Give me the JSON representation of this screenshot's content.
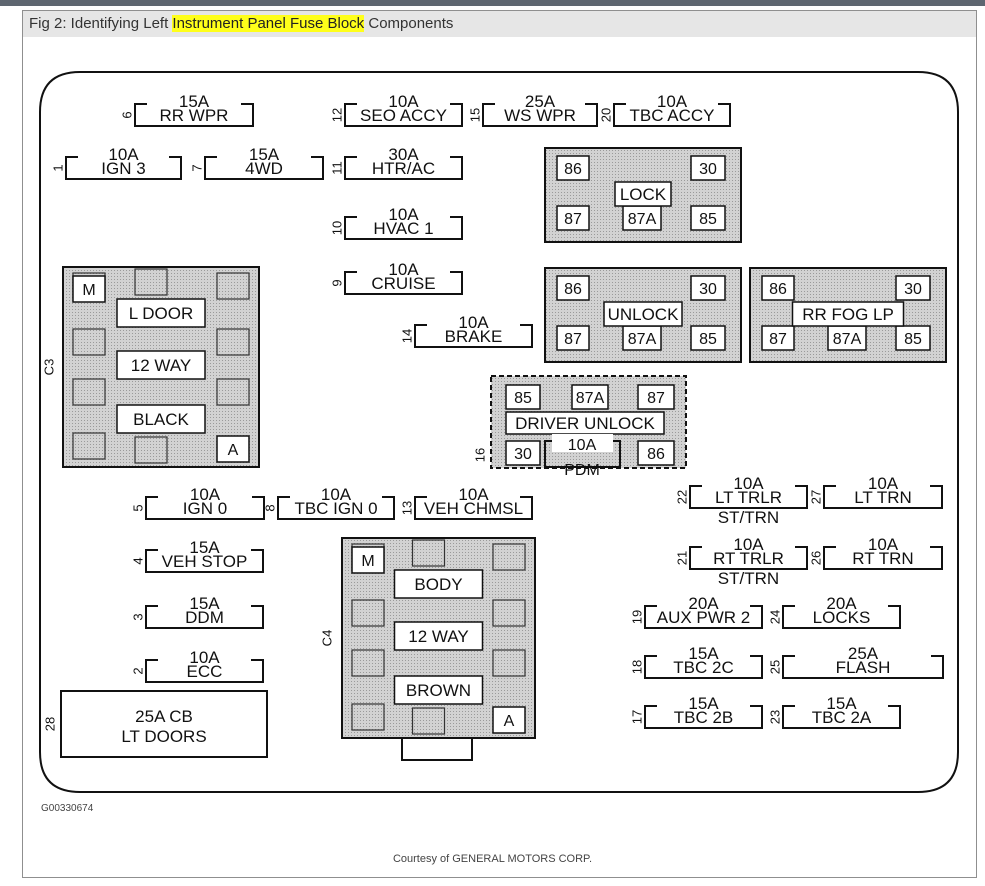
{
  "caption": {
    "prefix": "Fig 2: Identifying Left ",
    "highlight": "Instrument Panel Fuse Block",
    "suffix": " Components"
  },
  "figure_id": "G00330674",
  "credit": "Courtesy of GENERAL MOTORS CORP.",
  "colors": {
    "highlight": "#ffff1a",
    "relay_fill": "#d2d2d2",
    "line": "#111111"
  },
  "fuses": [
    {
      "num": "6",
      "amp": "15A",
      "label": "RR WPR"
    },
    {
      "num": "12",
      "amp": "10A",
      "label": "SEO ACCY"
    },
    {
      "num": "15",
      "amp": "25A",
      "label": "WS WPR"
    },
    {
      "num": "20",
      "amp": "10A",
      "label": "TBC ACCY"
    },
    {
      "num": "1",
      "amp": "10A",
      "label": "IGN 3"
    },
    {
      "num": "7",
      "amp": "15A",
      "label": "4WD"
    },
    {
      "num": "11",
      "amp": "30A",
      "label": "HTR/AC"
    },
    {
      "num": "10",
      "amp": "10A",
      "label": "HVAC 1"
    },
    {
      "num": "9",
      "amp": "10A",
      "label": "CRUISE"
    },
    {
      "num": "14",
      "amp": "10A",
      "label": "BRAKE"
    },
    {
      "num": "5",
      "amp": "10A",
      "label": "IGN 0"
    },
    {
      "num": "8",
      "amp": "10A",
      "label": "TBC IGN 0"
    },
    {
      "num": "13",
      "amp": "10A",
      "label": "VEH CHMSL"
    },
    {
      "num": "4",
      "amp": "15A",
      "label": "VEH STOP"
    },
    {
      "num": "3",
      "amp": "15A",
      "label": "DDM"
    },
    {
      "num": "2",
      "amp": "10A",
      "label": "ECC"
    },
    {
      "num": "22",
      "amp": "10A",
      "label": "LT TRLR",
      "label2": "ST/TRN"
    },
    {
      "num": "27",
      "amp": "10A",
      "label": "LT TRN"
    },
    {
      "num": "21",
      "amp": "10A",
      "label": "RT TRLR",
      "label2": "ST/TRN"
    },
    {
      "num": "26",
      "amp": "10A",
      "label": "RT TRN"
    },
    {
      "num": "19",
      "amp": "20A",
      "label": "AUX PWR 2"
    },
    {
      "num": "24",
      "amp": "20A",
      "label": "LOCKS"
    },
    {
      "num": "18",
      "amp": "15A",
      "label": "TBC 2C"
    },
    {
      "num": "25",
      "amp": "25A",
      "label": "FLASH"
    },
    {
      "num": "17",
      "amp": "15A",
      "label": "TBC 2B"
    },
    {
      "num": "23",
      "amp": "15A",
      "label": "TBC 2A"
    }
  ],
  "relays": [
    {
      "name": "LOCK",
      "pins": [
        "86",
        "30",
        "87",
        "87A",
        "85"
      ]
    },
    {
      "name": "UNLOCK",
      "pins": [
        "86",
        "30",
        "87",
        "87A",
        "85"
      ]
    },
    {
      "name": "RR FOG LP",
      "pins": [
        "86",
        "30",
        "87",
        "87A",
        "85"
      ]
    }
  ],
  "driver_unlock": {
    "name": "DRIVER UNLOCK",
    "num": "16",
    "pins": [
      "85",
      "87A",
      "87",
      "30",
      "86"
    ],
    "pdm_amp": "10A",
    "pdm_label": "PDM"
  },
  "connectors": [
    {
      "id": "C3",
      "pin_m": "M",
      "pin_a": "A",
      "labels": [
        "L DOOR",
        "12 WAY",
        "BLACK"
      ]
    },
    {
      "id": "C4",
      "pin_m": "M",
      "pin_a": "A",
      "labels": [
        "BODY",
        "12 WAY",
        "BROWN"
      ]
    }
  ],
  "circuit_breaker": {
    "num": "28",
    "line1": "25A CB",
    "line2": "LT DOORS"
  }
}
